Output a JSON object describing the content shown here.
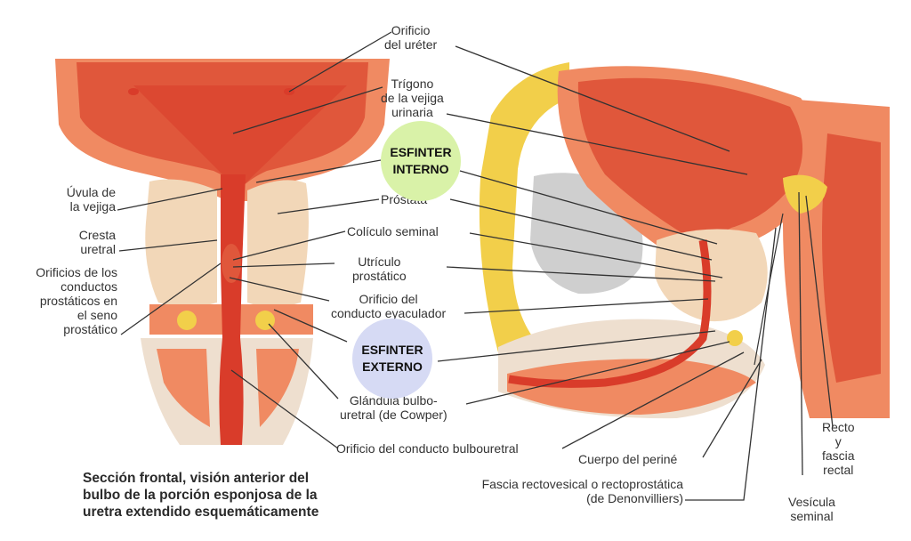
{
  "colors": {
    "muscle": "#e0573b",
    "muscle_light": "#f08a62",
    "urethra": "#d93c2a",
    "fat": "#f2cf4a",
    "prostate": "#f2d7b8",
    "bone": "#eedfcf",
    "bubble_internal": "#d9f2a8",
    "bubble_external": "#d6daf4",
    "leader": "#333333"
  },
  "labels": {
    "orificio_ureter": [
      "Orificio",
      "del uréter"
    ],
    "trigono": [
      "Trígono",
      "de la vejiga",
      "urinaria"
    ],
    "uvula": [
      "Úvula de",
      "la vejiga"
    ],
    "cresta": [
      "Cresta",
      "uretral"
    ],
    "orificios_conductos": [
      "Orificios de los",
      "conductos",
      "prostáticos en",
      "el seno",
      "prostático"
    ],
    "prostata": "Próstata",
    "coliculo": "Colículo seminal",
    "utriculo": [
      "Utrículo",
      "prostático"
    ],
    "orificio_eyaculador": [
      "Orificio del",
      "conducto eyaculador"
    ],
    "glandula_bulbouretral": [
      "Glándula bulbo-",
      "uretral (de Cowper)"
    ],
    "orificio_bulbouretral": "Orificio del conducto bulbouretral",
    "cuerpo_perine": "Cuerpo del periné",
    "fascia": [
      "Fascia rectovesical o rectoprostática",
      "(de Denonvilliers)"
    ],
    "recto": [
      "Recto",
      "y",
      "fascia",
      "rectal"
    ],
    "vesicula": [
      "Vesícula",
      "seminal"
    ]
  },
  "badges": {
    "interno": [
      "ESFINTER",
      "INTERNO"
    ],
    "externo": [
      "ESFINTER",
      "EXTERNO"
    ]
  },
  "caption": [
    "Sección frontal, visión anterior del",
    "bulbo de la porción esponjosa de la",
    "uretra extendido esquemáticamente"
  ]
}
